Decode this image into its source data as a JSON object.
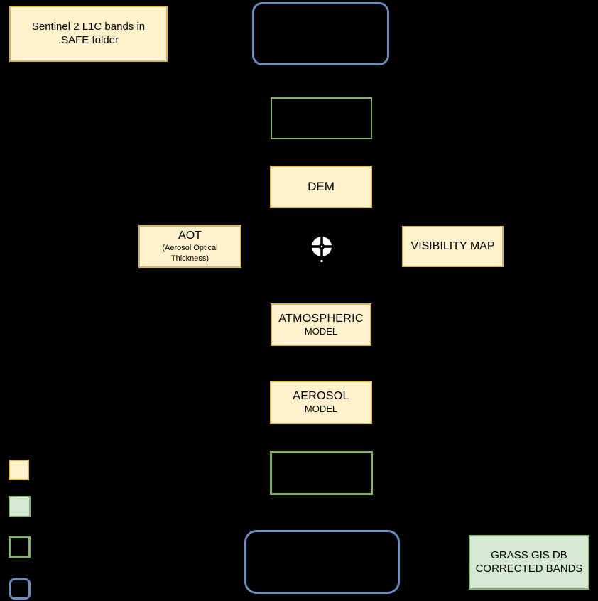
{
  "diagram": {
    "background": "#000000",
    "colors": {
      "background": "#000000",
      "text_color": "#000000",
      "yellow_fill": "#FFF2CC",
      "yellow_border": "#D6B656",
      "green_fill": "#D5E8D4",
      "green_border": "#82B366",
      "blue_border": "#6C8EBF",
      "icon_white": "#FFFFFF"
    },
    "nodes": {
      "sentinel": {
        "lines": [
          "Sentinel 2 L1C bands in",
          ".SAFE folder"
        ]
      },
      "dem": {
        "label": "DEM"
      },
      "aot": {
        "title": "AOT",
        "sub_lines": [
          "(Aerosol Optical",
          "Thickness)"
        ]
      },
      "visibility_map": {
        "label": "VISIBILITY MAP"
      },
      "atmospheric_model": {
        "title": "ATMOSPHERIC",
        "subtitle": "MODEL"
      },
      "aerosol_model": {
        "title": "AEROSOL",
        "subtitle": "MODEL"
      },
      "grass_gis": {
        "lines": [
          "GRASS GIS DB",
          "CORRECTED BANDS"
        ]
      }
    },
    "empty_shapes": [
      {
        "name": "blue-rounded-top"
      },
      {
        "name": "green-rect-upper"
      },
      {
        "name": "green-rect-lower"
      },
      {
        "name": "blue-rounded-bottom"
      }
    ],
    "icons": [
      {
        "name": "target-crosshair-icon",
        "color": "#FFFFFF"
      }
    ],
    "legend": {
      "swatches": [
        {
          "name": "yellow-filled-swatch",
          "fill": "#FFF2CC",
          "border": "#D6B656"
        },
        {
          "name": "green-filled-swatch",
          "fill": "#D5E8D4",
          "border": "#82B366"
        },
        {
          "name": "green-outline-swatch",
          "fill": "none",
          "border": "#82B366"
        },
        {
          "name": "blue-outline-rounded-swatch",
          "fill": "none",
          "border": "#6C8EBF"
        }
      ]
    }
  }
}
